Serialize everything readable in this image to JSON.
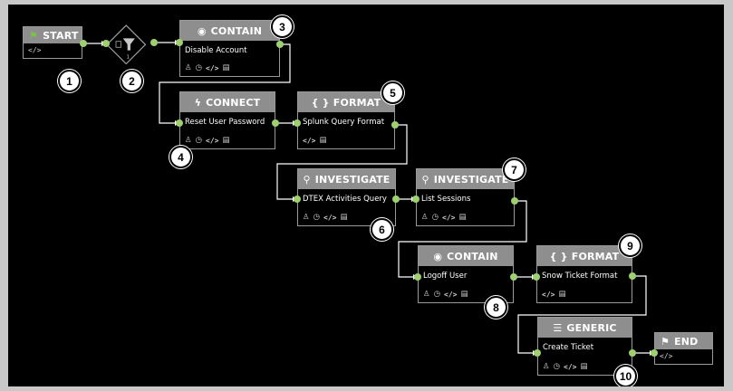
{
  "nodes": {
    "start": {
      "title": "START",
      "sub": "</>"
    },
    "filter": {
      "count": "1"
    },
    "contain1": {
      "title": "CONTAIN",
      "label": "Disable Account"
    },
    "connect": {
      "title": "CONNECT",
      "label": "Reset User Password"
    },
    "format1": {
      "title": "{ } FORMAT",
      "label": "Splunk Query Format"
    },
    "investigate1": {
      "title": "INVESTIGATE",
      "label": "DTEX Activities Query"
    },
    "investigate2": {
      "title": "INVESTIGATE",
      "label": "List Sessions"
    },
    "contain2": {
      "title": "CONTAIN",
      "label": "Logoff User"
    },
    "format2": {
      "title": "{ } FORMAT",
      "label": "Snow Ticket Format"
    },
    "generic": {
      "title": "GENERIC",
      "label": "Create Ticket"
    },
    "end": {
      "title": "END",
      "sub": "</>"
    }
  },
  "icons": {
    "user": "user-icon",
    "clock": "clock-icon",
    "code": "</>",
    "doc": "document-icon"
  },
  "badges": [
    "1",
    "2",
    "3",
    "4",
    "5",
    "6",
    "7",
    "8",
    "9",
    "10"
  ],
  "colors": {
    "background": "#000000",
    "header": "#8e8e8e",
    "border": "#9a9a9a",
    "port": "#9fd06f",
    "flag": "#7cc24a"
  }
}
